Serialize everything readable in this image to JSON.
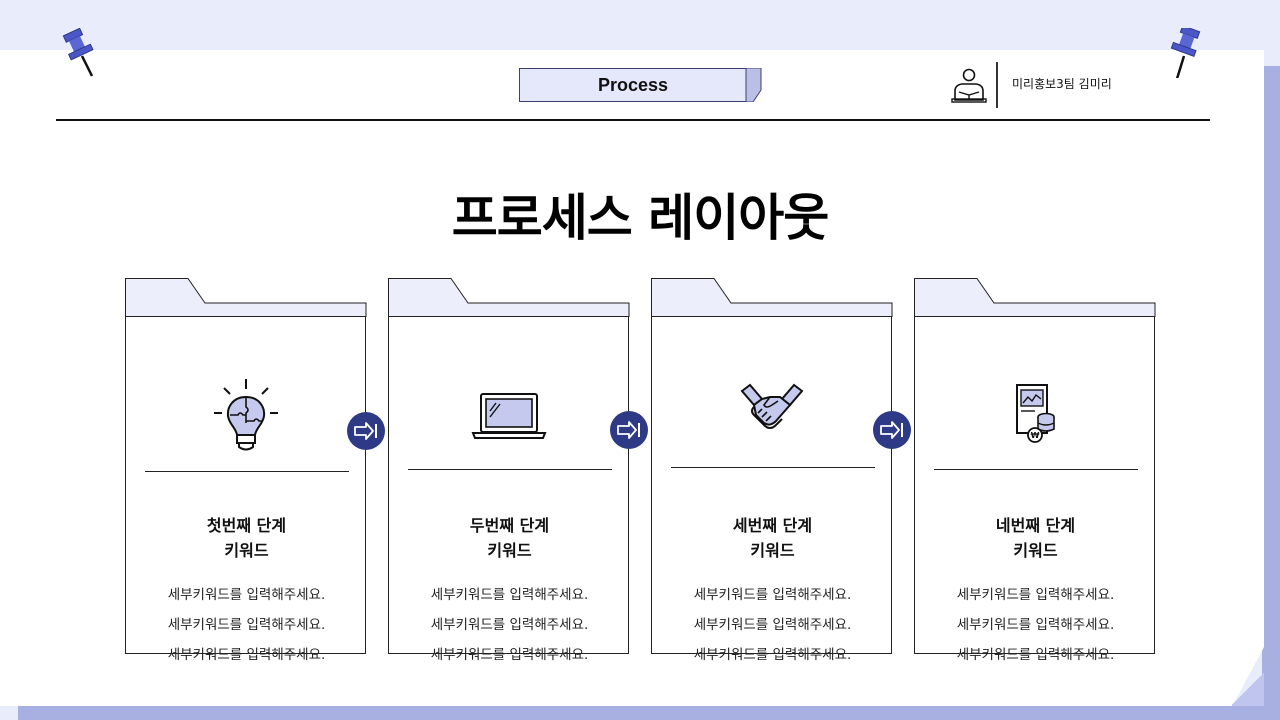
{
  "header": {
    "tag": "Process",
    "author": "미리홍보3팀 김미리"
  },
  "title": "프로세스 레이아웃",
  "steps": [
    {
      "icon": "lightbulb-puzzle-icon",
      "title_line1": "첫번째 단계",
      "title_line2": "키워드",
      "lines": [
        "세부키워드를 입력해주세요.",
        "세부키워드를 입력해주세요.",
        "세부키워드를 입력해주세요."
      ]
    },
    {
      "icon": "laptop-icon",
      "title_line1": "두번째 단계",
      "title_line2": "키워드",
      "lines": [
        "세부키워드를 입력해주세요.",
        "세부키워드를 입력해주세요.",
        "세부키워드를 입력해주세요."
      ]
    },
    {
      "icon": "handshake-icon",
      "title_line1": "세번째 단계",
      "title_line2": "키워드",
      "lines": [
        "세부키워드를 입력해주세요.",
        "세부키워드를 입력해주세요.",
        "세부키워드를 입력해주세요."
      ]
    },
    {
      "icon": "document-coins-icon",
      "title_line1": "네번째 단계",
      "title_line2": "키워드",
      "lines": [
        "세부키워드를 입력해주세요.",
        "세부키워드를 입력해주세요.",
        "세부키워드를 입력해주세요."
      ]
    }
  ],
  "colors": {
    "accent": "#2e3a86",
    "light_fill": "#e5e8fb",
    "icon_fill": "#c5c9ee",
    "background": "#e9ecfa",
    "shadow": "#a8b0e2"
  }
}
